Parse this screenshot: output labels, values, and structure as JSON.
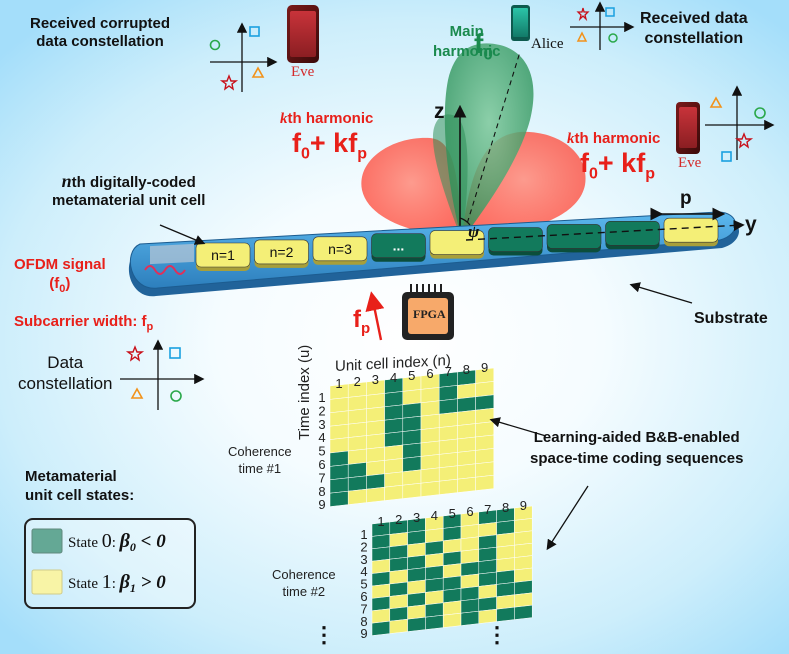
{
  "labels": {
    "received_corrupted": [
      "Received corrupted",
      "data constellation"
    ],
    "received_data": [
      "Received data",
      "constellation"
    ],
    "main_harmonic": [
      "Main",
      "harmonic"
    ],
    "main_freq_base": "f",
    "main_freq_sub": "0",
    "kth_prefix_left": "k",
    "kth_suffix": "th harmonic",
    "kth_prefix_right": "k",
    "kth_formula": "f",
    "kth_formula_sub": "0",
    "kth_formula_plus": "+ k",
    "kth_formula_f": "f",
    "kth_formula_sub2": "p",
    "nth_prefix": "n",
    "nth_line1": "th digitally-coded",
    "nth_line2": "metamaterial unit cell",
    "ofdm_line1": "OFDM signal",
    "ofdm_line2": "(f",
    "ofdm_sub": "0",
    "ofdm_close": ")",
    "subcarrier": "Subcarrier width: f",
    "subcarrier_sub": "p",
    "fp": "f",
    "fp_sub": "p",
    "fpga": "FPGA",
    "substrate": "Substrate",
    "data_constellation": [
      "Data",
      "constellation"
    ],
    "eve": "Eve",
    "alice": "Alice",
    "axis_z": "z",
    "axis_y": "y",
    "psi": "ψ",
    "period_p": "p",
    "cells": [
      "n=1",
      "n=2",
      "n=3",
      "...",
      "",
      "",
      "",
      "",
      ""
    ],
    "learning": [
      "Learning-aided B&B-enabled",
      "space-time coding sequences"
    ],
    "unit_cell_index": "Unit cell index (n)",
    "time_index": "Time index (u)",
    "coherence1": [
      "Coherence",
      "time #1"
    ],
    "coherence2": [
      "Coherence",
      "time #2"
    ],
    "legend_title": [
      "Metamaterial",
      "unit cell states:"
    ],
    "state0_label": "State ",
    "state0_num": "0",
    "state0_beta": "β",
    "state0_beta_sub": "0",
    "state0_rel": " < 0",
    "state1_label": "State ",
    "state1_num": "1",
    "state1_beta": "β",
    "state1_beta_sub": "1",
    "state1_rel": " > 0",
    "ellipsis": "⋮",
    "index_numbers": [
      "1",
      "2",
      "3",
      "4",
      "5",
      "6",
      "7",
      "8",
      "9"
    ]
  },
  "colors": {
    "state0": "#127a5c",
    "state1": "#f4ef77",
    "substrate": "#3f9ddb",
    "beam_red": "#ff5a4a",
    "beam_green": "#2f9a5a",
    "text_red": "#e8201a"
  },
  "grid1": [
    [
      1,
      1,
      1,
      0,
      1,
      1,
      0,
      0,
      1
    ],
    [
      1,
      1,
      1,
      0,
      1,
      1,
      0,
      1,
      1
    ],
    [
      1,
      1,
      1,
      0,
      0,
      1,
      0,
      0,
      0
    ],
    [
      1,
      1,
      1,
      0,
      0,
      1,
      1,
      1,
      1
    ],
    [
      1,
      1,
      1,
      0,
      0,
      1,
      1,
      1,
      1
    ],
    [
      0,
      1,
      1,
      1,
      0,
      1,
      1,
      1,
      1
    ],
    [
      0,
      0,
      1,
      1,
      0,
      1,
      1,
      1,
      1
    ],
    [
      0,
      0,
      0,
      1,
      1,
      1,
      1,
      1,
      1
    ],
    [
      0,
      1,
      1,
      1,
      1,
      1,
      1,
      1,
      1
    ]
  ],
  "grid2": [
    [
      0,
      0,
      0,
      1,
      0,
      1,
      0,
      0,
      1
    ],
    [
      0,
      1,
      0,
      1,
      0,
      1,
      1,
      0,
      1
    ],
    [
      0,
      0,
      1,
      0,
      1,
      1,
      0,
      1,
      1
    ],
    [
      1,
      0,
      0,
      1,
      0,
      1,
      0,
      1,
      1
    ],
    [
      0,
      1,
      0,
      0,
      1,
      0,
      0,
      1,
      1
    ],
    [
      1,
      0,
      1,
      0,
      0,
      1,
      0,
      0,
      1
    ],
    [
      0,
      1,
      0,
      1,
      0,
      0,
      1,
      0,
      0
    ],
    [
      1,
      0,
      1,
      0,
      1,
      0,
      0,
      1,
      1
    ],
    [
      0,
      1,
      0,
      0,
      1,
      0,
      1,
      0,
      0
    ]
  ]
}
